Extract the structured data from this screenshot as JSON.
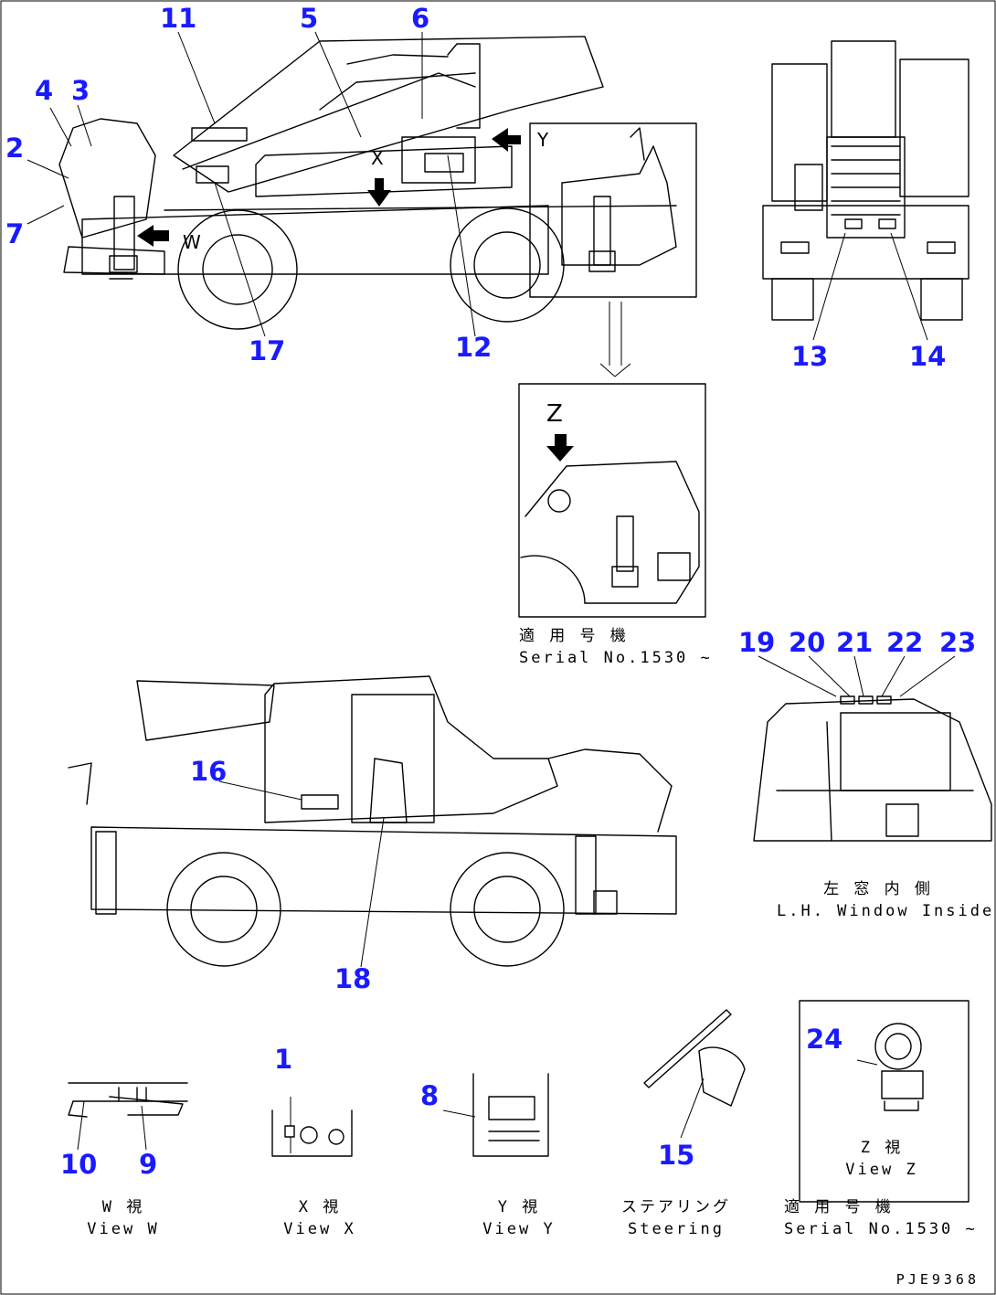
{
  "drawing_id": "PJE9368",
  "callouts": [
    "1",
    "2",
    "3",
    "4",
    "5",
    "6",
    "7",
    "8",
    "9",
    "10",
    "11",
    "12",
    "13",
    "14",
    "15",
    "16",
    "17",
    "18",
    "19",
    "20",
    "21",
    "22",
    "23",
    "24"
  ],
  "view_letters": {
    "z": "Z"
  },
  "captions": {
    "serial_top_jp": "適 用 号 機",
    "serial_top_en": "Serial No.1530 ~",
    "window_jp": "左 窓 内 側",
    "window_en": "L.H. Window Inside",
    "view_z_jp": "Z  視",
    "view_z_en": "View Z",
    "serial_bottom_jp": "適 用 号 機",
    "serial_bottom_en": "Serial No.1530 ~",
    "view_w_jp": "W  視",
    "view_w_en": "View W",
    "view_x_jp": "X  視",
    "view_x_en": "View X",
    "view_y_jp": "Y  視",
    "view_y_en": "View Y",
    "steering_jp": "ステアリング",
    "steering_en": "Steering"
  }
}
